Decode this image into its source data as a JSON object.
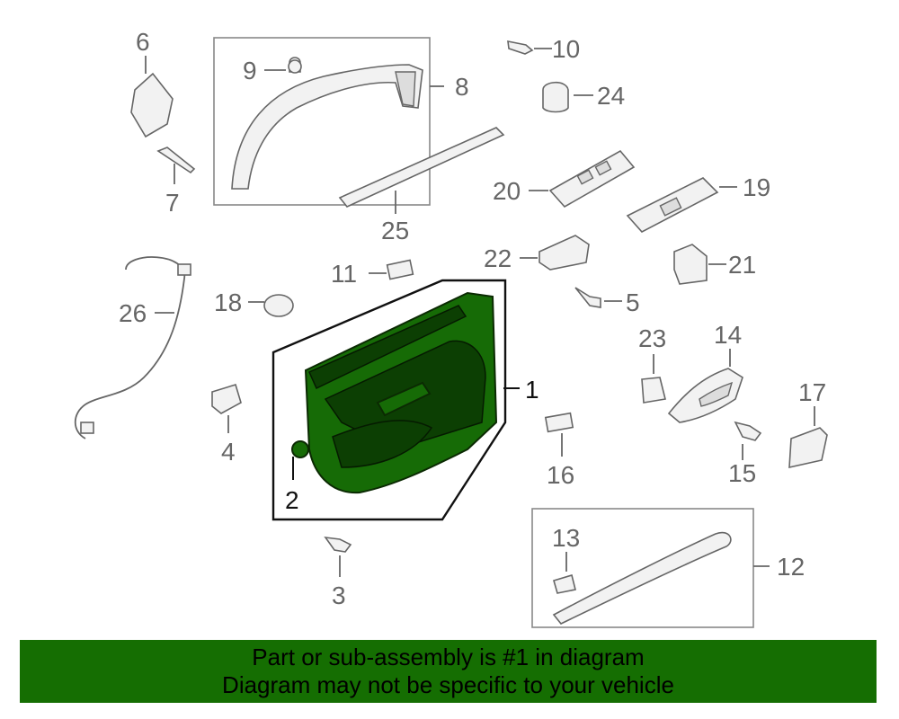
{
  "callouts": [
    "1",
    "2",
    "3",
    "4",
    "5",
    "6",
    "7",
    "8",
    "9",
    "10",
    "11",
    "12",
    "13",
    "14",
    "15",
    "16",
    "17",
    "18",
    "19",
    "20",
    "21",
    "22",
    "23",
    "24",
    "25",
    "26"
  ],
  "banner": {
    "line1": "Part or sub-assembly is #1 in diagram",
    "line2": "Diagram may not be specific to your vehicle"
  },
  "colors": {
    "highlight": "#166b06",
    "banner": "#156e02",
    "line": "#666666"
  }
}
